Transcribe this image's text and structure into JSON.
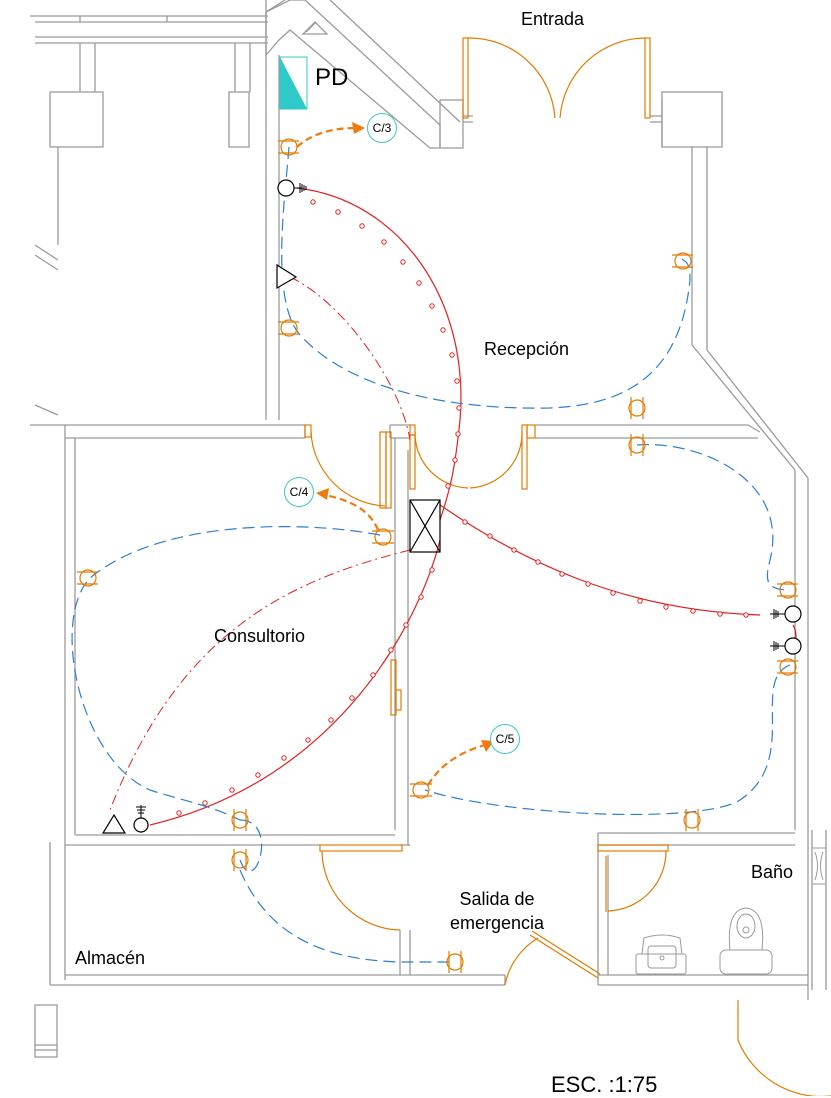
{
  "labels": {
    "entrada": "Entrada",
    "pd": "PD",
    "recepcion": "Recepción",
    "consultorio": "Consultorio",
    "almacen": "Almacén",
    "bano": "Baño",
    "salida_line1": "Salida de",
    "salida_line2": "emergencia",
    "scale": "ESC. :1:75"
  },
  "circuits": [
    "C/3",
    "C/4",
    "C/5"
  ],
  "colors": {
    "walls": "#9a9a9a",
    "doors": "#e07b00",
    "lighting_circuit": "#e02020",
    "outlet_circuit": "#2a7fd4",
    "switch_leg": "#cc2222",
    "panel_fill": "#2ec9c9",
    "circuit_tag_border": "#3cc6c6",
    "home_run_arrow": "#f07a10"
  }
}
